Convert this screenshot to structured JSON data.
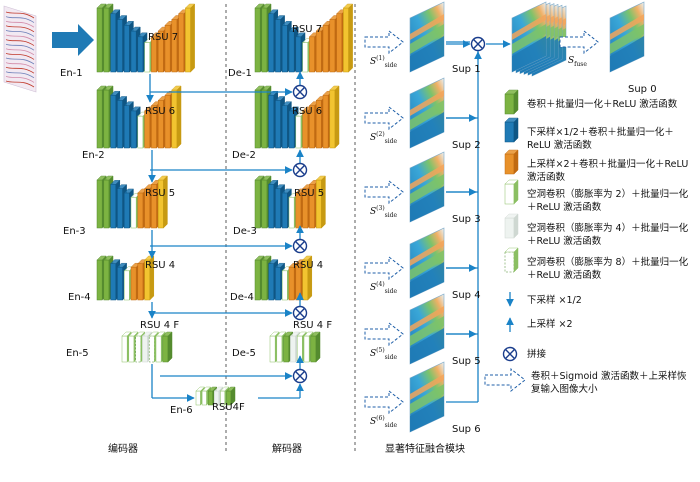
{
  "encoder": {
    "stages": [
      {
        "name": "En-1",
        "block": "RSU 7"
      },
      {
        "name": "En-2",
        "block": "RSU 6"
      },
      {
        "name": "En-3",
        "block": "RSU 5"
      },
      {
        "name": "En-4",
        "block": "RSU 4"
      },
      {
        "name": "En-5",
        "block": "RSU 4 F"
      },
      {
        "name": "En-6",
        "block": "RSU4F"
      }
    ]
  },
  "decoder": {
    "stages": [
      {
        "name": "De-1",
        "block": "RSU 7"
      },
      {
        "name": "De-2",
        "block": "RSU 6"
      },
      {
        "name": "De-3",
        "block": "RSU 5"
      },
      {
        "name": "De-4",
        "block": "RSU 4"
      },
      {
        "name": "De-5",
        "block": "RSU 4 F"
      }
    ]
  },
  "fusion": {
    "side_label": "S",
    "side_sub": "side",
    "side_sups": [
      "(1)",
      "(2)",
      "(3)",
      "(4)",
      "(5)",
      "(6)"
    ],
    "outputs": [
      "Sup 1",
      "Sup 2",
      "Sup 3",
      "Sup 4",
      "Sup 5",
      "Sup 6"
    ],
    "fuse_label": "S",
    "fuse_sub": "fuse",
    "final_output": "Sup 0"
  },
  "legend": [
    {
      "kind": "green",
      "text": "卷积＋批量归一化＋ReLU 激活函数"
    },
    {
      "kind": "blue",
      "text": "下采样×1/2＋卷积＋批量归一化＋ReLU 激活函数"
    },
    {
      "kind": "orange",
      "text": "上采样×2＋卷积＋批量归一化＋ReLU 激活函数"
    },
    {
      "kind": "dil2",
      "text": "空洞卷积（膨胀率为 2）＋批量归一化＋ReLU 激活函数"
    },
    {
      "kind": "dil4",
      "text": "空洞卷积（膨胀率为 4）＋批量归一化＋ReLU 激活函数"
    },
    {
      "kind": "dil8",
      "text": "空洞卷积（膨胀率为 8）＋批量归一化＋ReLU 激活函数"
    },
    {
      "kind": "down",
      "text": "下采样 ×1/2"
    },
    {
      "kind": "up",
      "text": "上采样 ×2"
    },
    {
      "kind": "concat",
      "text": "拼接"
    },
    {
      "kind": "side",
      "text": "卷积＋Sigmoid 激活函数＋上采样恢复输入图像大小"
    }
  ],
  "footer": {
    "encoder": "编码器",
    "decoder": "解码器",
    "fusion": "显著特征融合模块"
  },
  "colors": {
    "green": "#7cb342",
    "green_dark": "#558b2f",
    "blue": "#1f7ab5",
    "blue_dark": "#0f5684",
    "orange": "#e8912a",
    "orange_dark": "#c06a12",
    "yellow": "#f2c430",
    "yellow_dark": "#c79a12",
    "arrow": "#1a83c7"
  }
}
